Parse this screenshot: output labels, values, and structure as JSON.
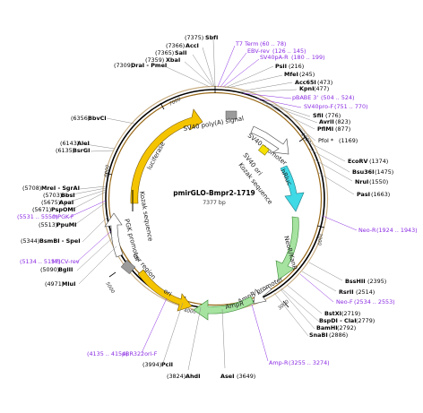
{
  "title": "pmirGLO-Bmpr2-1719",
  "size": "7377 bp",
  "colors": {
    "feature_yellow": "#f5c400",
    "feature_green": "#a6e3a1",
    "feature_cyan": "#40d9e6",
    "feature_white": "#ffffff",
    "feature_gray": "#9b9b9b",
    "primer_purple": "#8a2be2",
    "backbone_brown": "#9a6a1a"
  },
  "right_labels": [
    {
      "name": "SbfI",
      "pos": "(7375)"
    },
    {
      "name": "AccI",
      "pos": "(7366)"
    },
    {
      "name": "SalI",
      "pos": "(7365)"
    },
    {
      "name": "XbaI",
      "pos": "(7359)"
    },
    {
      "name": "DraI - PmeI",
      "pos": "(7309)"
    },
    {
      "name": "T7 Term",
      "pos": "(60 .. 78)"
    },
    {
      "name": "EBV-rev",
      "pos": "(126 .. 145)"
    },
    {
      "name": "SV40pA-R",
      "pos": "(180 .. 199)"
    },
    {
      "name": "PsiI",
      "pos": "(216)"
    },
    {
      "name": "MfeI",
      "pos": "(245)"
    },
    {
      "name": "Acc65I",
      "pos": "(473)"
    },
    {
      "name": "KpnI",
      "pos": "(477)"
    },
    {
      "name": "pBABE 3'",
      "pos": "(504 .. 524)"
    },
    {
      "name": "SV40pro-F",
      "pos": "(751 .. 770)"
    },
    {
      "name": "SfiI",
      "pos": "(776)"
    },
    {
      "name": "AvrII",
      "pos": "(823)"
    },
    {
      "name": "PflMI",
      "pos": "(877)"
    },
    {
      "name": "PfoI *",
      "pos": "(1169)"
    },
    {
      "name": "EcoRV",
      "pos": "(1374)"
    },
    {
      "name": "Bsu36I",
      "pos": "(1475)"
    },
    {
      "name": "NruI",
      "pos": "(1550)"
    },
    {
      "name": "PasI",
      "pos": "(1663)"
    },
    {
      "name": "Neo-R",
      "pos": "(1924 .. 1943)"
    },
    {
      "name": "BssHII",
      "pos": "(2395)"
    },
    {
      "name": "RsrII",
      "pos": "(2514)"
    },
    {
      "name": "Neo-F",
      "pos": "(2534 .. 2553)"
    },
    {
      "name": "BstXI",
      "pos": "(2719)"
    },
    {
      "name": "BspDI - ClaI",
      "pos": "(2779)"
    },
    {
      "name": "BamHI",
      "pos": "(2792)"
    },
    {
      "name": "SnaBI",
      "pos": "(2886)"
    },
    {
      "name": "Amp-R",
      "pos": "(3255 .. 3274)"
    },
    {
      "name": "AseI",
      "pos": "(3649)"
    }
  ],
  "left_labels": [
    {
      "name": "BbvCI",
      "pos": "(6356)"
    },
    {
      "name": "AleI",
      "pos": "(6143)"
    },
    {
      "name": "BsrGI",
      "pos": "(6135)"
    },
    {
      "name": "MreI - SgrAI",
      "pos": "(5708)"
    },
    {
      "name": "BbsI",
      "pos": "(5703)"
    },
    {
      "name": "ApaI",
      "pos": "(5675)"
    },
    {
      "name": "PspOMI",
      "pos": "(5671)"
    },
    {
      "name": "mPGK-F",
      "pos": "(5531 .. 5550)"
    },
    {
      "name": "PpuMI",
      "pos": "(5513)"
    },
    {
      "name": "BsmBI - SpeI",
      "pos": "(5344)"
    },
    {
      "name": "MSCV-rev",
      "pos": "(5134 .. 5157)"
    },
    {
      "name": "BglII",
      "pos": "(5090)"
    },
    {
      "name": "MluI",
      "pos": "(4971)"
    },
    {
      "name": "pBR322ori-F",
      "pos": "(4135 .. 4154)"
    },
    {
      "name": "PciI",
      "pos": "(3994)"
    },
    {
      "name": "AhdI",
      "pos": "(3824)"
    }
  ],
  "features": {
    "sv40_polya": "SV40 poly(A) signal",
    "sv40_promoter": "SV40 promoter",
    "sv40_ori": "SV40 ori",
    "kozak1": "Kozak sequence",
    "hluc": "hRluc",
    "neor": "NeoR/KanR",
    "ampr_promoter": "AmpR promoter",
    "ampr": "AmpR",
    "ori": "ori",
    "cer": "cer region",
    "pgk": "PGK promoter",
    "kozak2": "Kozak sequence",
    "luciferase": "luciferase"
  },
  "ticks": [
    "7000",
    "1000",
    "2000",
    "3000",
    "4000",
    "5000",
    "6000"
  ]
}
